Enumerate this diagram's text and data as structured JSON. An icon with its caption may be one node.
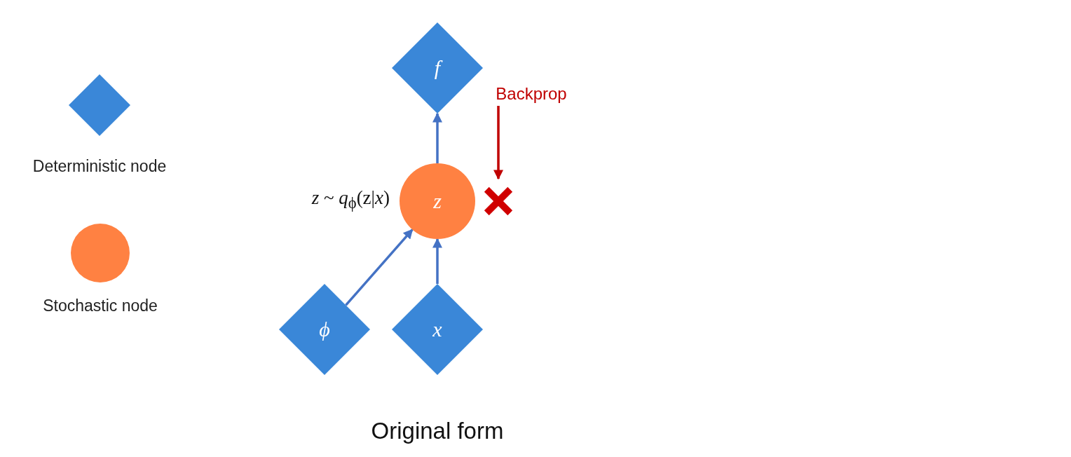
{
  "diagram": {
    "caption": "Original form",
    "nodes": [
      {
        "text": [
          "f"
        ]
      },
      {
        "text": [
          "z"
        ],
        "beside": [
          "*z* ~ *q*$_{ϕ}$(z|*x*)"
        ]
      },
      {
        "text": [
          "ϕ"
        ]
      },
      {
        "text": [
          "x"
        ]
      },
      {
        "text": [
          "Backprop"
        ]
      },
      {
        "text": [],
        "shape": "cross"
      }
    ],
    "edges": [
      {
        "from": 1,
        "to": 0,
        "arrow": "to"
      },
      {
        "from": 2,
        "to": 1,
        "arrow": "to"
      },
      {
        "from": 3,
        "to": 1,
        "arrow": "to"
      },
      {
        "from": 4,
        "to": 5,
        "arrow": "to",
        "color": "#c00000"
      }
    ],
    "legend": [
      {
        "text": "Deterministic node",
        "color": "#3a87d8"
      },
      {
        "text": "Stochastic node",
        "color": "#ff8142"
      }
    ]
  }
}
